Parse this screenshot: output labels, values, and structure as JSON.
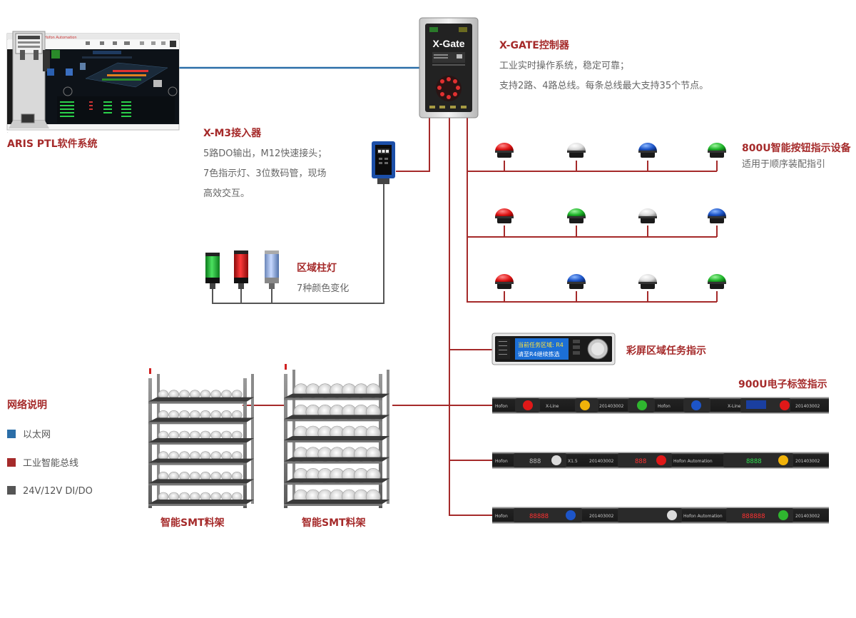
{
  "colors": {
    "ethernet": "#2b6ea8",
    "bus": "#a52a2a",
    "io": "#555555",
    "title": "#a52a2a",
    "text": "#666666"
  },
  "aris": {
    "title": "ARIS PTL软件系统"
  },
  "xgate": {
    "title": "X-GATE控制器",
    "desc1": "工业实时操作系统，稳定可靠；",
    "desc2": "支持2路、4路总线。每条总线最大支持35个节点。",
    "device_label": "X-Gate"
  },
  "xm3": {
    "title": "X-M3接入器",
    "desc1": "5路DO输出，M12快速接头；",
    "desc2": "7色指示灯、3位数码管，现场",
    "desc3": "高效交互。"
  },
  "tower": {
    "title": "区域柱灯",
    "desc": "7种颜色变化"
  },
  "button800": {
    "title": "800U智能按钮指示设备",
    "desc": "适用于顺序装配指引",
    "rows": [
      [
        "red",
        "white",
        "blue",
        "green"
      ],
      [
        "red",
        "green",
        "white",
        "blue"
      ],
      [
        "red",
        "blue",
        "white",
        "green"
      ]
    ]
  },
  "display": {
    "title": "彩屏区域任务指示",
    "line1": "当前任务区域: R4",
    "line2": "请至R4继续拣选"
  },
  "label900": {
    "title": "900U电子标签指示",
    "bar1_text": [
      "Hofon",
      "X-Line",
      "201403002",
      "Hofon",
      "X-Line"
    ],
    "bar2_text": [
      "Hofon",
      "X1.5",
      "201403002",
      "Hofon Automation",
      "201403002"
    ],
    "bar3_text": [
      "Hofon",
      "201403002",
      "Hofon Automation",
      "201403002"
    ],
    "bar2_digits": [
      "888",
      "888",
      "8888"
    ],
    "bar3_digits": [
      "88888",
      "888888"
    ]
  },
  "racks": {
    "label1": "智能SMT料架",
    "label2": "智能SMT料架"
  },
  "legend": {
    "title": "网络说明",
    "items": [
      {
        "label": "以太网",
        "color": "#2b6ea8"
      },
      {
        "label": "工业智能总线",
        "color": "#a52a2a"
      },
      {
        "label": "24V/12V DI/DO",
        "color": "#555555"
      }
    ]
  }
}
